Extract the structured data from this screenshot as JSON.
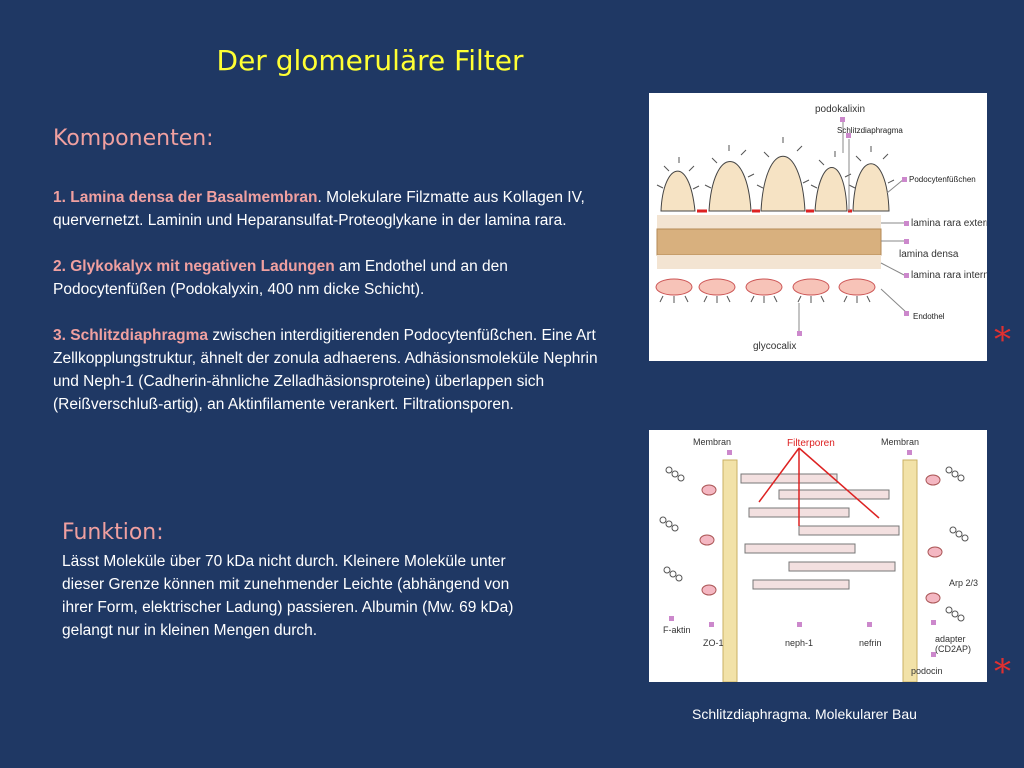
{
  "title": "Der glomeruläre Filter",
  "components": {
    "heading": "Komponenten:",
    "items": [
      {
        "lead": "1. Lamina densa der Basalmembran",
        "text": ". Molekulare Filzmatte aus Kollagen IV,  quervernetzt. Laminin und Heparansulfat-Proteoglykane in der lamina rara."
      },
      {
        "lead": "2. Glykokalyx mit negativen Ladungen",
        "text": " am Endothel und an den Podocytenfüßen (Podokalyxin, 400 nm dicke Schicht)."
      },
      {
        "lead": "3. Schlitzdiaphragma",
        "text": " zwischen interdigitierenden Podocytenfüßchen. Eine Art Zellkopplungstruktur, ähnelt der zonula adhaerens. Adhäsionsmoleküle Nephrin und Neph-1 (Cadherin-ähnliche Zelladhäsionsproteine) überlappen sich (Reißverschluß-artig), an Aktinfilamente verankert.  Filtrationsporen."
      }
    ]
  },
  "function": {
    "heading": "Funktion:",
    "text": "Lässt Moleküle über 70 kDa nicht durch. Kleinere Moleküle unter dieser Grenze können mit zunehmender Leichte (abhängend von ihrer Form, elektrischer Ladung) passieren. Albumin (Mw. 69 kDa) gelangt nur in kleinen Mengen durch."
  },
  "figure1": {
    "labels": {
      "podokalixin": "podokalixin",
      "schlitz": "Schlitzdiaphragma",
      "podocyten": "Podocytenfüßchen",
      "rara_externa": "lamina rara externa",
      "densa": "lamina densa",
      "rara_interna": "lamina rara interna",
      "endothel": "Endothel",
      "glycocalix": "glycocalix"
    }
  },
  "figure2": {
    "labels": {
      "membran_left": "Membran",
      "filterporen": "Filterporen",
      "membran_right": "Membran",
      "arp": "Arp 2/3",
      "f_aktin": "F-aktin",
      "zo1": "ZO-1",
      "neph1": "neph-1",
      "nefrin": "nefrin",
      "adapter": "adapter",
      "cd2ap": "(CD2AP)",
      "podocin": "podocin"
    }
  },
  "caption": "Schlitzdiaphragma. Molekularer Bau",
  "stars": [
    "*",
    "*"
  ],
  "colors": {
    "background": "#1f3864",
    "title": "#ffff33",
    "heading": "#f0a0a0"
  }
}
